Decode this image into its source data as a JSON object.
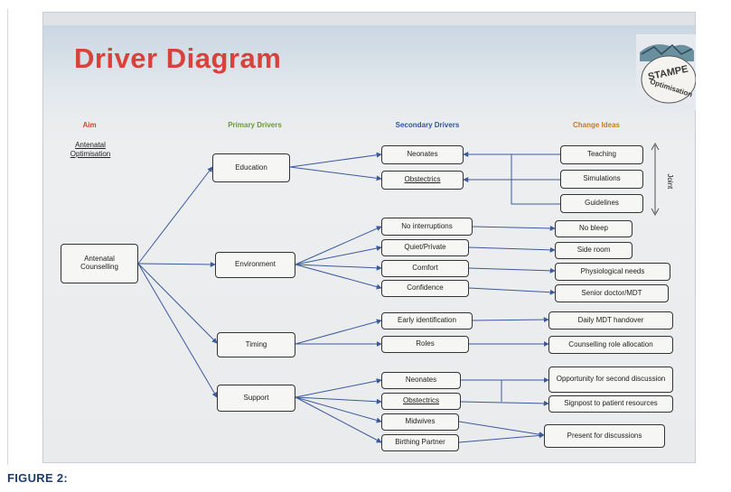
{
  "title": "Driver Diagram",
  "logo": {
    "line1": "STAMPE",
    "line2": "Optimisation"
  },
  "headers": {
    "aim": "Aim",
    "primary": "Primary Drivers",
    "secondary": "Secondary Drivers",
    "change": "Change Ideas"
  },
  "colors": {
    "aim_header": "#d9413b",
    "primary_header": "#6a9a3a",
    "secondary_header": "#2f56a3",
    "change_header": "#c67a2a",
    "arrow": "#3b5a9c"
  },
  "aim_text": "Antenatal Optimisation",
  "aim_box": "Antenatal Counselling",
  "primary_drivers": [
    "Education",
    "Environment",
    "Timing",
    "Support"
  ],
  "secondary_drivers": [
    "Neonates",
    "Obstectrics",
    "No interruptions",
    "Quiet/Private",
    "Comfort",
    "Confidence",
    "Early identification",
    "Roles",
    "Neonates",
    "Obstectrics",
    "Midwives",
    "Birthing Partner"
  ],
  "change_ideas": [
    "Teaching",
    "Simulations",
    "Guidelines",
    "No bleep",
    "Side room",
    "Physiological needs",
    "Senior doctor/MDT",
    "Daily MDT handover",
    "Counselling role allocation",
    "Opportunity for second discussion",
    "Signpost to patient resources",
    "Present for discussions"
  ],
  "joint_label": "Joint",
  "figure_label": "FIGURE 2:"
}
